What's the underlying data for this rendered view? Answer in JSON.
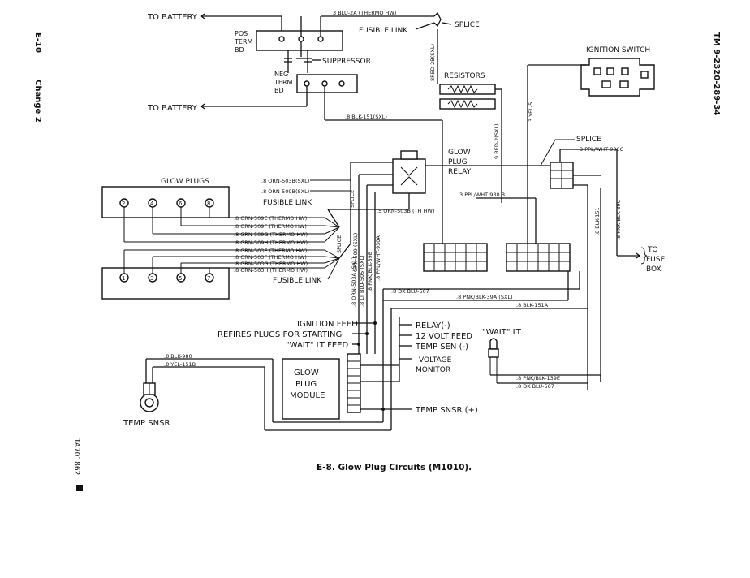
{
  "margin": {
    "page_ref": "E-10",
    "change": "Change 2",
    "tm": "TM 9-2320-289-34",
    "figure_id": "TA701862"
  },
  "caption": "E-8. Glow Plug Circuits (M1010).",
  "components": {
    "to_battery_top": "TO BATTERY",
    "to_battery_bottom": "TO BATTERY",
    "pos_term": [
      "POS",
      "TERM",
      "BD"
    ],
    "neg_term": [
      "NEG",
      "TERM",
      "BD"
    ],
    "suppressor": "SUPPRESSOR",
    "fusible_link_top": "FUSIBLE LINK",
    "splice_top": "SPLICE",
    "resistors": "RESISTORS",
    "ignition_switch": "IGNITION SWITCH",
    "glow_plug_relay": [
      "GLOW",
      "PLUG",
      "RELAY"
    ],
    "splice_right": "SPLICE",
    "glow_plugs": "GLOW PLUGS",
    "fusible_link_mid": "FUSIBLE LINK",
    "fusible_link_low": "FUSIBLE LINK",
    "splice_mid": "SPLICE",
    "splice_mid2": "SPLICE",
    "to_fuse_box": [
      "TO",
      "FUSE",
      "BOX"
    ],
    "wait_lt": "\"WAIT\" LT",
    "temp_snsr": "TEMP SNSR",
    "glow_plug_module": [
      "GLOW",
      "PLUG",
      "MODULE"
    ],
    "temp_snsr_plus": "TEMP SNSR (+)",
    "voltage_monitor": [
      "VOLTAGE",
      "MONITOR"
    ],
    "ignition_feed": "IGNITION FEED",
    "refires": "REFIRES PLUGS FOR STARTING",
    "wait_lt_feed": "\"WAIT\" LT FEED",
    "relay_minus": "RELAY(-)",
    "volt_feed": "12 VOLT FEED",
    "temp_sen": "TEMP SEN (-)"
  },
  "plug_numbers_top": [
    "2",
    "4",
    "6",
    "8"
  ],
  "plug_numbers_bottom": [
    "1",
    "3",
    "5",
    "7"
  ],
  "wires": {
    "blu_2a": "3 BLU-2A (THERMO HW)",
    "red_2b": "8RED-2B(SXL)",
    "red_2": "9 RED-2(SXL)",
    "yel_5": "3 YEL-5",
    "blk_151": ".8 BLK-151(SXL)",
    "orn_503b": ".8 ORN-503B(SXL)",
    "orn_509b": ".8 ORN-509B(SXL)",
    "orn_503b_th": ".5 ORN-503B (TH HW)",
    "ppl_wht_930c": "3 PPL/WHT 930C",
    "ppl_wht_930b": "3 PPL/WHT 930 B",
    "blk_151_r": ".8 BLK-151",
    "pnk_blk_39c": ".8 PNK BLK-39C",
    "dk_blu_507": ".8 DK BLU-507",
    "pnk_blk_39a": ".8 PNK/BLK-39A (SXL)",
    "blk_151a": ".8 BLK-151A",
    "blk_980": ".8 BLK-980",
    "yel_151b": ".8 YEL-151B",
    "pnk_blk_139e": ".8 PNK/BLK-139E",
    "dk_blu_507b": ".8 DK BLU-507",
    "orn_503a": ".8 ORN-503A (SXL)",
    "lt_blu_505": ".8 LT BLU-505 (SXL)",
    "pnk_blk_39b": ".8 PNK/BLK-39B",
    "ppl_wht_930a": ".8 PPL/WHT-930A",
    "grn_509_sxl": "GRN 509 (SXL)"
  },
  "glow_plug_wires": [
    ".8 GRN-509E (THERMO HW)",
    ".8 GRN-509F (THERMO HW)",
    ".8 GRN-509G (THERMO HW)",
    ".8 GRN-509H (THERMO HW)",
    ".8 GRN-503E (THERMO HW)",
    ".8 GRN-503F (THERMO HW)",
    ".8 GRN-503G (THERMO HW)",
    ".8 GRN-503H (THERMO HW)"
  ]
}
